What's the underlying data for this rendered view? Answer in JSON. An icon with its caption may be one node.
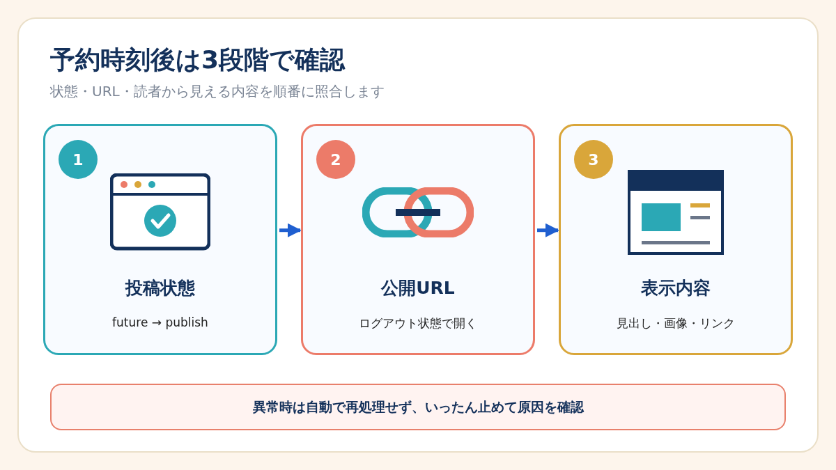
{
  "diagram": {
    "title": "予約時刻後は3段階で確認",
    "nodes": [
      {
        "text": [
          "投稿状態",
          "future → publish"
        ]
      },
      {
        "text": [
          "1"
        ],
        "in": 0
      },
      {
        "text": [
          "公開URL",
          "ログアウト状態で開く"
        ]
      },
      {
        "text": [
          "2"
        ],
        "in": 2
      },
      {
        "text": [
          "表示内容",
          "見出し・画像・リンク"
        ]
      },
      {
        "text": [
          "3"
        ],
        "in": 4
      },
      {
        "text": [
          "異常時は自動で再処理せず、いったん止めて原因を確認"
        ]
      }
    ],
    "edges": [
      {
        "from": 0,
        "to": 2,
        "arrow": "to"
      },
      {
        "from": 2,
        "to": 4,
        "arrow": "to"
      }
    ],
    "labels": [
      "状態・URL・読者から見える内容を順番に照合します"
    ]
  }
}
